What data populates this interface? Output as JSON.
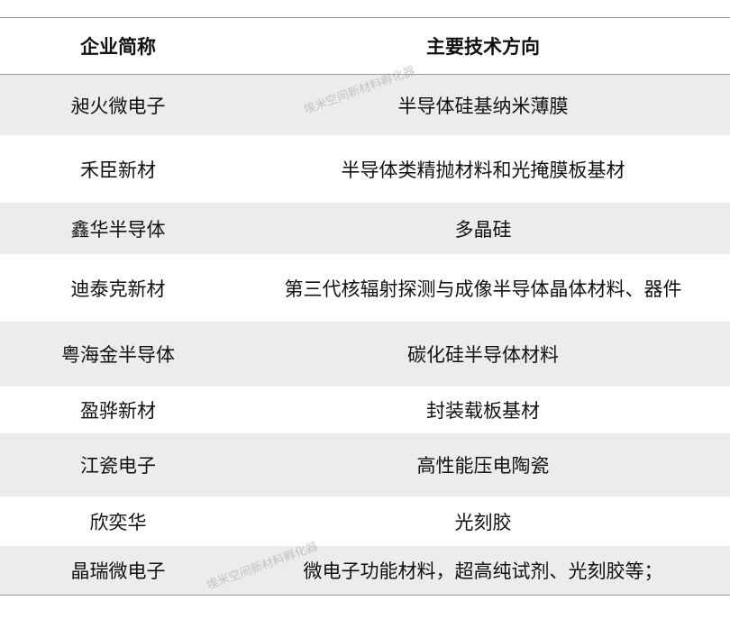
{
  "table": {
    "headers": {
      "name": "企业简称",
      "direction": "主要技术方向"
    },
    "rows": [
      {
        "name": "昶火微电子",
        "direction": "半导体硅基纳米薄膜"
      },
      {
        "name": "禾臣新材",
        "direction": "半导体类精抛材料和光掩膜板基材"
      },
      {
        "name": "鑫华半导体",
        "direction": "多晶硅"
      },
      {
        "name": "迪泰克新材",
        "direction": "第三代核辐射探测与成像半导体晶体材料、器件"
      },
      {
        "name": "粤海金半导体",
        "direction": "碳化硅半导体材料"
      },
      {
        "name": "盈骅新材",
        "direction": "封装载板基材"
      },
      {
        "name": "江瓷电子",
        "direction": "高性能压电陶瓷"
      },
      {
        "name": "欣奕华",
        "direction": "光刻胶"
      },
      {
        "name": "晶瑞微电子",
        "direction": "微电子功能材料，超高纯试剂、光刻胶等；"
      }
    ]
  },
  "watermarks": {
    "top": "埃米空间新材料孵化器",
    "bottom": "埃米空间新材料孵化器"
  }
}
